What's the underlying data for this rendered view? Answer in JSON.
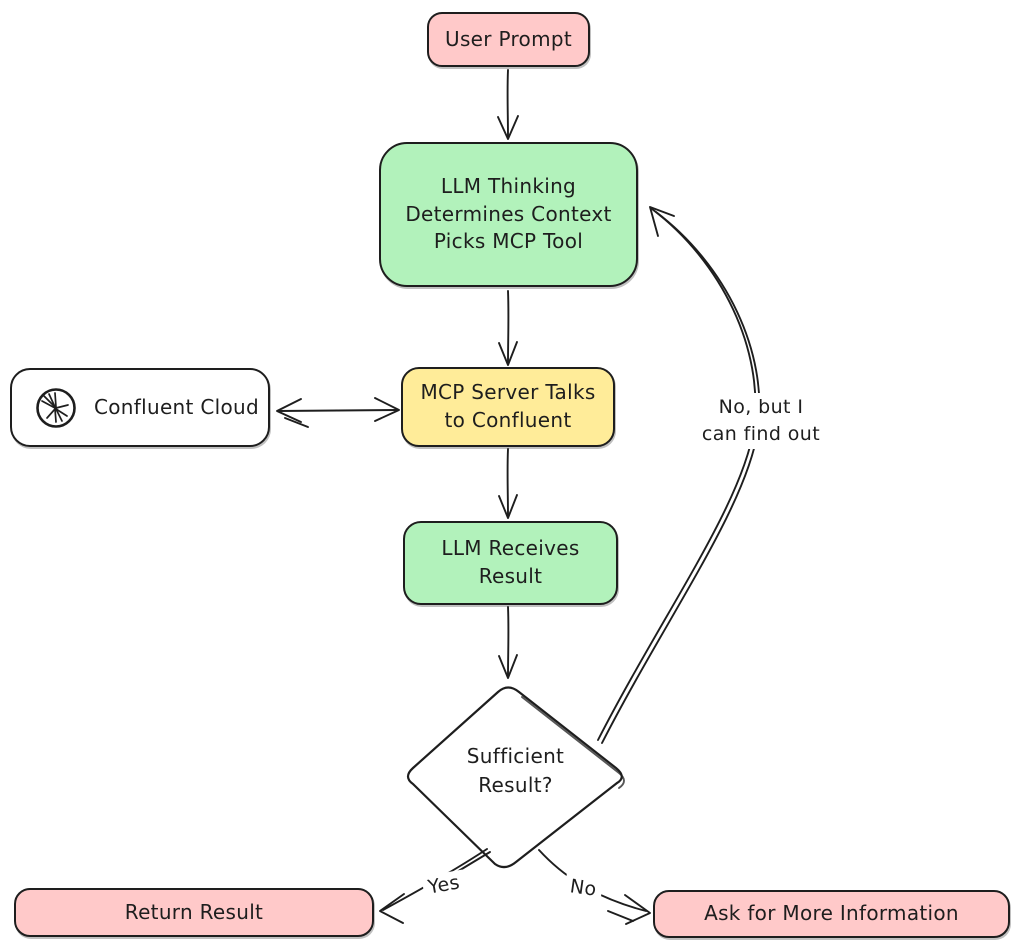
{
  "diagram": {
    "title_hint": "MCP with Confluent flowchart",
    "colors": {
      "stroke": "#1e1e1e",
      "background": "#ffffff",
      "pink": "#ffc9c9",
      "green": "#b2f2bb",
      "yellow": "#ffec99",
      "blue": "#a5d8ff",
      "white": "#ffffff"
    },
    "nodes": {
      "user_prompt": {
        "label": "User Prompt",
        "fill": "#ffc9c9",
        "shape": "rounded-rect"
      },
      "llm_thinking": {
        "label": "LLM Thinking\nDetermines Context\nPicks MCP Tool",
        "fill": "#b2f2bb",
        "shape": "rounded-rect"
      },
      "confluent_cloud": {
        "label": "Confluent Cloud",
        "fill": "#ffffff",
        "shape": "rounded-rect",
        "icon": "confluent-logo-icon"
      },
      "mcp_server": {
        "label": "MCP Server Talks\nto Confluent",
        "fill": "#ffec99",
        "shape": "rounded-rect"
      },
      "llm_receives": {
        "label": "LLM Receives\nResult",
        "fill": "#b2f2bb",
        "shape": "rounded-rect"
      },
      "sufficient": {
        "label": "Sufficient\nResult?",
        "fill": "#a5d8ff",
        "shape": "diamond"
      },
      "return_result": {
        "label": "Return Result",
        "fill": "#ffc9c9",
        "shape": "rounded-rect"
      },
      "ask_more": {
        "label": "Ask for More Information",
        "fill": "#ffc9c9",
        "shape": "rounded-rect"
      }
    },
    "edges": {
      "user_to_thinking": {
        "from": "user_prompt",
        "to": "llm_thinking",
        "label": ""
      },
      "thinking_to_mcp": {
        "from": "llm_thinking",
        "to": "mcp_server",
        "label": ""
      },
      "mcp_confluent_bidir": {
        "from": "mcp_server",
        "to": "confluent_cloud",
        "label": "",
        "bidirectional": true
      },
      "mcp_to_receives": {
        "from": "mcp_server",
        "to": "llm_receives",
        "label": ""
      },
      "receives_to_sufficient": {
        "from": "llm_receives",
        "to": "sufficient",
        "label": ""
      },
      "yes_edge": {
        "from": "sufficient",
        "to": "return_result",
        "label": "Yes"
      },
      "no_edge": {
        "from": "sufficient",
        "to": "ask_more",
        "label": "No"
      },
      "loop_edge": {
        "from": "sufficient",
        "to": "llm_thinking",
        "label": "No, but I\ncan find out"
      }
    }
  }
}
